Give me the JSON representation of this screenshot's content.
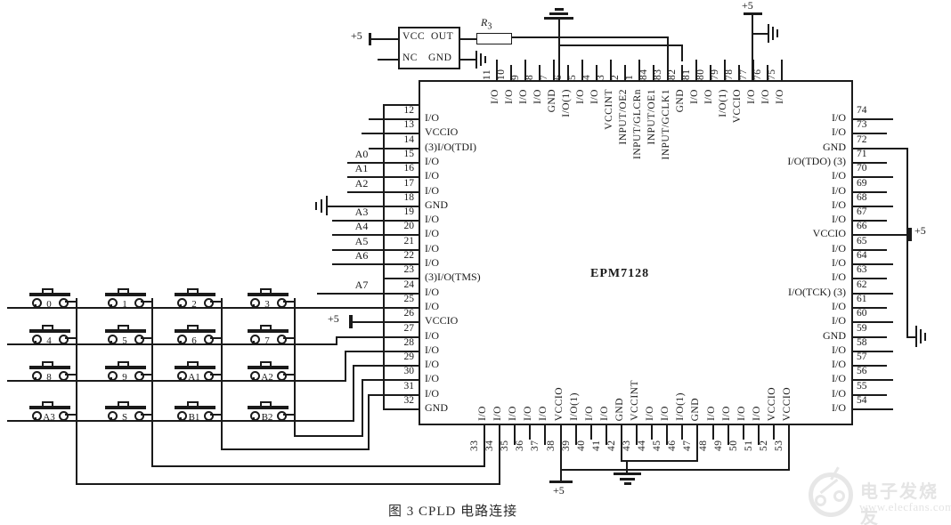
{
  "power": {
    "plus5": "+5"
  },
  "oscillator": {
    "vcc": "VCC",
    "out": "OUT",
    "nc": "NC",
    "gnd": "GND"
  },
  "resistor": {
    "name": "R",
    "sub": "3"
  },
  "chip": {
    "name": "EPM7128",
    "left_pins": [
      {
        "num": "12",
        "label": "I/O"
      },
      {
        "num": "13",
        "label": "VCCIO"
      },
      {
        "num": "14",
        "label": "(3)I/O(TDI)"
      },
      {
        "num": "15",
        "label": "I/O"
      },
      {
        "num": "16",
        "label": "I/O"
      },
      {
        "num": "17",
        "label": "I/O"
      },
      {
        "num": "18",
        "label": "GND"
      },
      {
        "num": "19",
        "label": "I/O"
      },
      {
        "num": "20",
        "label": "I/O"
      },
      {
        "num": "21",
        "label": "I/O"
      },
      {
        "num": "22",
        "label": "I/O"
      },
      {
        "num": "23",
        "label": "(3)I/O(TMS)"
      },
      {
        "num": "24",
        "label": "I/O"
      },
      {
        "num": "25",
        "label": "I/O"
      },
      {
        "num": "26",
        "label": "VCCIO"
      },
      {
        "num": "27",
        "label": "I/O"
      },
      {
        "num": "28",
        "label": "I/O"
      },
      {
        "num": "29",
        "label": "I/O"
      },
      {
        "num": "30",
        "label": "I/O"
      },
      {
        "num": "31",
        "label": "I/O"
      },
      {
        "num": "32",
        "label": "GND"
      }
    ],
    "top_pins": [
      {
        "num": "11",
        "label": "I/O"
      },
      {
        "num": "10",
        "label": "I/O"
      },
      {
        "num": "9",
        "label": "I/O"
      },
      {
        "num": "8",
        "label": "I/O"
      },
      {
        "num": "7",
        "label": "GND"
      },
      {
        "num": "6",
        "label": "I/O(1)"
      },
      {
        "num": "5",
        "label": "I/O"
      },
      {
        "num": "4",
        "label": "I/O"
      },
      {
        "num": "3",
        "label": "VCCINT"
      },
      {
        "num": "2",
        "label": "INPUT/OE2"
      },
      {
        "num": "1",
        "label": "INPUT/GLCRn"
      },
      {
        "num": "84",
        "label": "INPUT/OE1"
      },
      {
        "num": "83",
        "label": "INPUT/GCLK1"
      },
      {
        "num": "82",
        "label": "GND"
      },
      {
        "num": "81",
        "label": "I/O"
      },
      {
        "num": "80",
        "label": "I/O"
      },
      {
        "num": "79",
        "label": "I/O(1)"
      },
      {
        "num": "78",
        "label": "VCCIO"
      },
      {
        "num": "77",
        "label": "I/O"
      },
      {
        "num": "76",
        "label": "I/O"
      },
      {
        "num": "75",
        "label": "I/O"
      }
    ],
    "right_pins": [
      {
        "num": "74",
        "label": "I/O"
      },
      {
        "num": "73",
        "label": "I/O"
      },
      {
        "num": "72",
        "label": "GND"
      },
      {
        "num": "71",
        "label": "I/O(TDO) (3)"
      },
      {
        "num": "70",
        "label": "I/O"
      },
      {
        "num": "69",
        "label": "I/O"
      },
      {
        "num": "68",
        "label": "I/O"
      },
      {
        "num": "67",
        "label": "I/O"
      },
      {
        "num": "66",
        "label": "VCCIO"
      },
      {
        "num": "65",
        "label": "I/O"
      },
      {
        "num": "64",
        "label": "I/O"
      },
      {
        "num": "63",
        "label": "I/O"
      },
      {
        "num": "62",
        "label": "I/O(TCK) (3)"
      },
      {
        "num": "61",
        "label": "I/O"
      },
      {
        "num": "60",
        "label": "I/O"
      },
      {
        "num": "59",
        "label": "GND"
      },
      {
        "num": "58",
        "label": "I/O"
      },
      {
        "num": "57",
        "label": "I/O"
      },
      {
        "num": "56",
        "label": "I/O"
      },
      {
        "num": "55",
        "label": "I/O"
      },
      {
        "num": "54",
        "label": "I/O"
      }
    ],
    "bottom_pins": [
      {
        "num": "33",
        "label": "I/O"
      },
      {
        "num": "34",
        "label": "I/O"
      },
      {
        "num": "35",
        "label": "I/O"
      },
      {
        "num": "36",
        "label": "I/O"
      },
      {
        "num": "37",
        "label": "I/O"
      },
      {
        "num": "38",
        "label": "VCCIO"
      },
      {
        "num": "39",
        "label": "I/O(1)"
      },
      {
        "num": "40",
        "label": "I/O"
      },
      {
        "num": "41",
        "label": "I/O"
      },
      {
        "num": "42",
        "label": "GND"
      },
      {
        "num": "43",
        "label": "VCCINT"
      },
      {
        "num": "44",
        "label": "I/O"
      },
      {
        "num": "45",
        "label": "I/O"
      },
      {
        "num": "46",
        "label": "I/O(1)"
      },
      {
        "num": "47",
        "label": "GND"
      },
      {
        "num": "48",
        "label": "I/O"
      },
      {
        "num": "49",
        "label": "I/O"
      },
      {
        "num": "50",
        "label": "I/O"
      },
      {
        "num": "51",
        "label": "I/O"
      },
      {
        "num": "52",
        "label": "VCCIO"
      },
      {
        "num": "53",
        "label": "VCCIO"
      }
    ]
  },
  "address_lines": [
    {
      "pin": "15",
      "label": "A0"
    },
    {
      "pin": "16",
      "label": "A1"
    },
    {
      "pin": "17",
      "label": "A2"
    },
    {
      "pin": "19",
      "label": "A3"
    },
    {
      "pin": "20",
      "label": "A4"
    },
    {
      "pin": "21",
      "label": "A5"
    },
    {
      "pin": "22",
      "label": "A6"
    },
    {
      "pin": "24",
      "label": "A7"
    }
  ],
  "keypad": {
    "rows": [
      [
        "0",
        "1",
        "2",
        "3"
      ],
      [
        "4",
        "5",
        "6",
        "7"
      ],
      [
        "8",
        "9",
        "A1",
        "A2"
      ],
      [
        "A3",
        "S",
        "B1",
        "B2"
      ]
    ]
  },
  "caption": "图 3  CPLD 电路连接",
  "watermark": {
    "title": "电子发烧友",
    "url": "www.elecfans.com"
  },
  "colors": {
    "line": "#1a1a1a",
    "background": "#ffffff",
    "watermark": "#e7e7e7"
  }
}
